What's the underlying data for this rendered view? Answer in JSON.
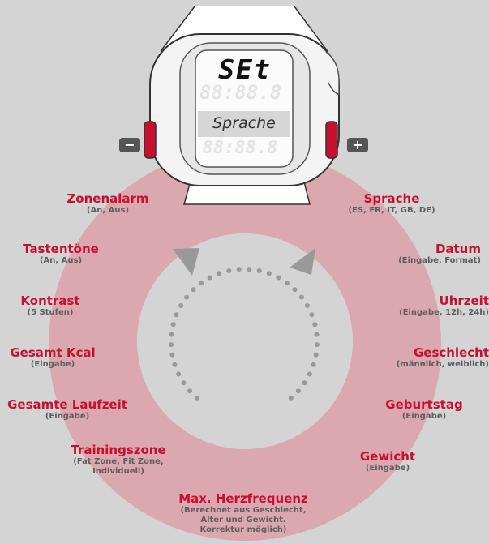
{
  "watch": {
    "display_title": "SEt",
    "display_digits_1": "88:88.8",
    "display_text": "Sprache",
    "display_digits_2": "88:88.8",
    "minus_symbol": "−",
    "plus_symbol": "+"
  },
  "items": [
    {
      "title": "Zonenalarm",
      "sub": "(An, Aus)"
    },
    {
      "title": "Tastentöne",
      "sub": "(An, Aus)"
    },
    {
      "title": "Kontrast",
      "sub": "(5 Stufen)"
    },
    {
      "title": "Gesamt Kcal",
      "sub": "(Eingabe)"
    },
    {
      "title": "Gesamte Laufzeit",
      "sub": "(Eingabe)"
    },
    {
      "title": "Trainingszone",
      "sub": "(Fat Zone, Fit Zone,",
      "sub2": "Individuell)"
    },
    {
      "title": "Max. Herzfrequenz",
      "sub": "(Berechnet aus Geschlecht,",
      "sub2": "Alter und Gewicht.",
      "sub3": "Korrektur möglich)"
    },
    {
      "title": "Gewicht",
      "sub": "(Eingabe)"
    },
    {
      "title": "Geburtstag",
      "sub": "(Eingabe)"
    },
    {
      "title": "Geschlecht",
      "sub": "(männlich, weiblich)"
    },
    {
      "title": "Uhrzeit",
      "sub": "(Eingabe, 12h, 24h)"
    },
    {
      "title": "Datum",
      "sub": "(Eingabe, Format)"
    },
    {
      "title": "Sprache",
      "sub": "(ES, FR, IT, GB, DE)"
    }
  ],
  "colors": {
    "ring": "#dba8af",
    "label_red": "#c8102e",
    "background": "#d4d4d4",
    "button_red": "#c8102e"
  }
}
